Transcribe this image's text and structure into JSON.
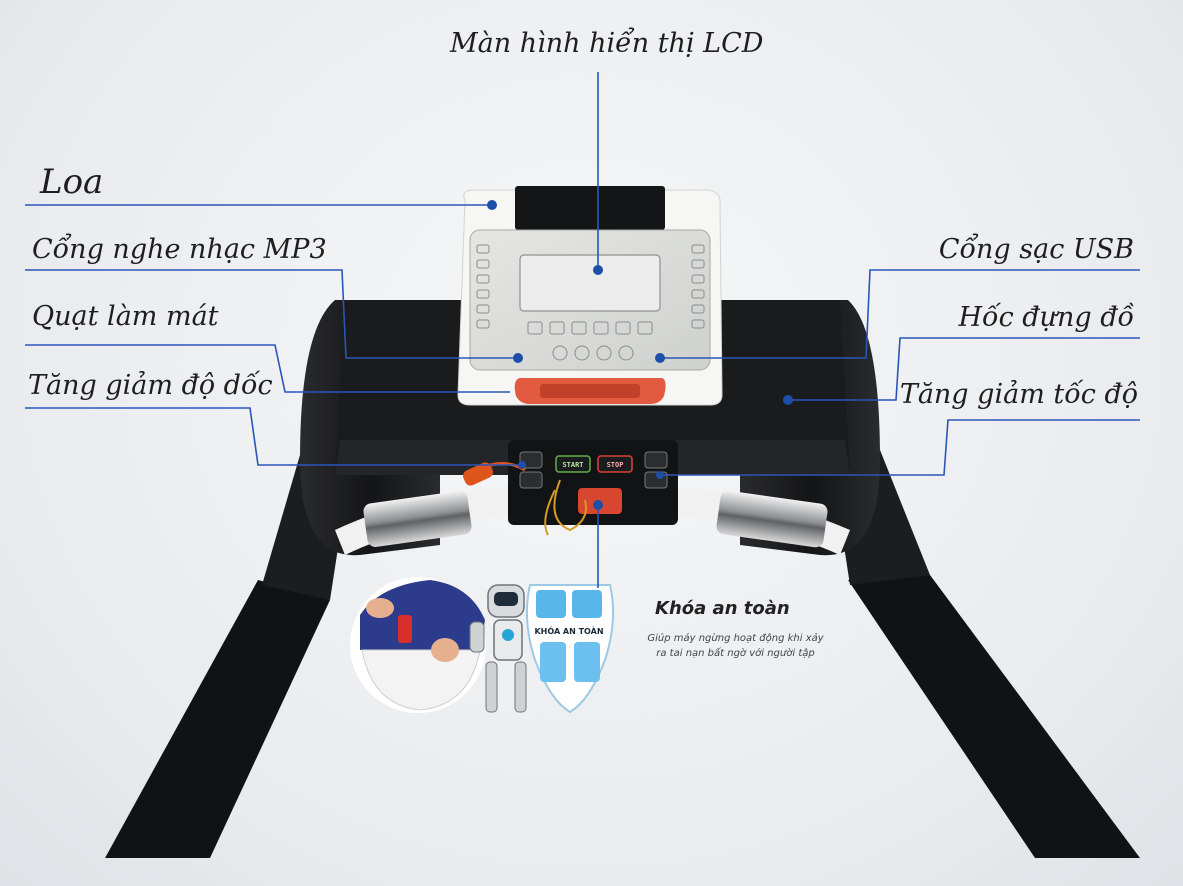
{
  "labels": {
    "lcd": "Màn hình hiển thị LCD",
    "speaker": "Loa",
    "mp3": "Cổng nghe nhạc MP3",
    "fan": "Quạt làm mát",
    "incline": "Tăng giảm độ dốc",
    "usb": "Cổng sạc USB",
    "storage": "Hốc đựng đồ",
    "speed": "Tăng giảm tốc độ"
  },
  "safety": {
    "title": "Khóa an toàn",
    "description": "Giúp máy ngừng hoạt động khi xảy ra tai nạn bất ngờ với người tập",
    "shield_text": "KHÓA AN TOÀN"
  },
  "console": {
    "start_label": "START",
    "stop_label": "STOP"
  },
  "colors": {
    "leader_line": "#2a56b8",
    "frame": "#1b1c1e",
    "console_body": "#f4f4f2",
    "accent_red": "#d9462f"
  }
}
